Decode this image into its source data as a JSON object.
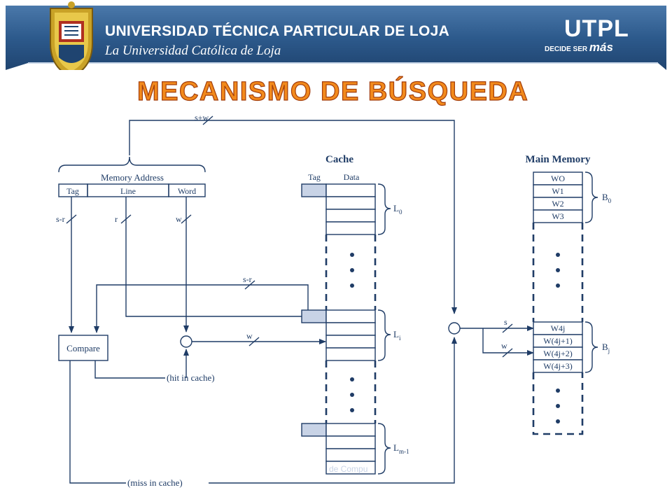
{
  "header": {
    "university_name": "UNIVERSIDAD TÉCNICA PARTICULAR DE LOJA",
    "university_motto": "La Universidad Católica de Loja",
    "brand": "UTPL",
    "slogan_prefix": "DECIDE SER",
    "slogan_emphasis": "más"
  },
  "slide": {
    "title": "MECANISMO DE BÚSQUEDA"
  },
  "diagram": {
    "top_bus_label": "s+w",
    "memory_address": {
      "label": "Memory Address",
      "fields": [
        "Tag",
        "Line",
        "Word"
      ],
      "bus_labels": [
        "s-r",
        "r",
        "w"
      ]
    },
    "cache": {
      "title": "Cache",
      "col_tag": "Tag",
      "col_data": "Data",
      "line_labels": {
        "l0": "L",
        "l0_sub": "0",
        "li": "L",
        "li_sub": "i",
        "lm": "L",
        "lm_sub": "m-1"
      }
    },
    "main_memory": {
      "title": "Main Memory",
      "block0_words": [
        "WO",
        "W1",
        "W2",
        "W3"
      ],
      "blockj_words": [
        "W4j",
        "W(4j+1)",
        "W(4j+2)",
        "W(4j+3)"
      ],
      "block_labels": {
        "b0": "B",
        "b0_sub": "0",
        "bj": "B",
        "bj_sub": "j"
      }
    },
    "compare_label": "Compare",
    "sr_bus_label": "s-r",
    "w_bus_label": "w",
    "s_label": "s",
    "w2_label": "w",
    "hit_label": "(hit in cache)",
    "miss_label": "(miss in cache)"
  },
  "footer": {
    "partial_text": "de Compu"
  },
  "colors": {
    "header_blue": "#2d5a8c",
    "title_orange": "#f28a1c",
    "line_blue": "#1f3c66",
    "tag_fill": "#c8d3e6"
  }
}
